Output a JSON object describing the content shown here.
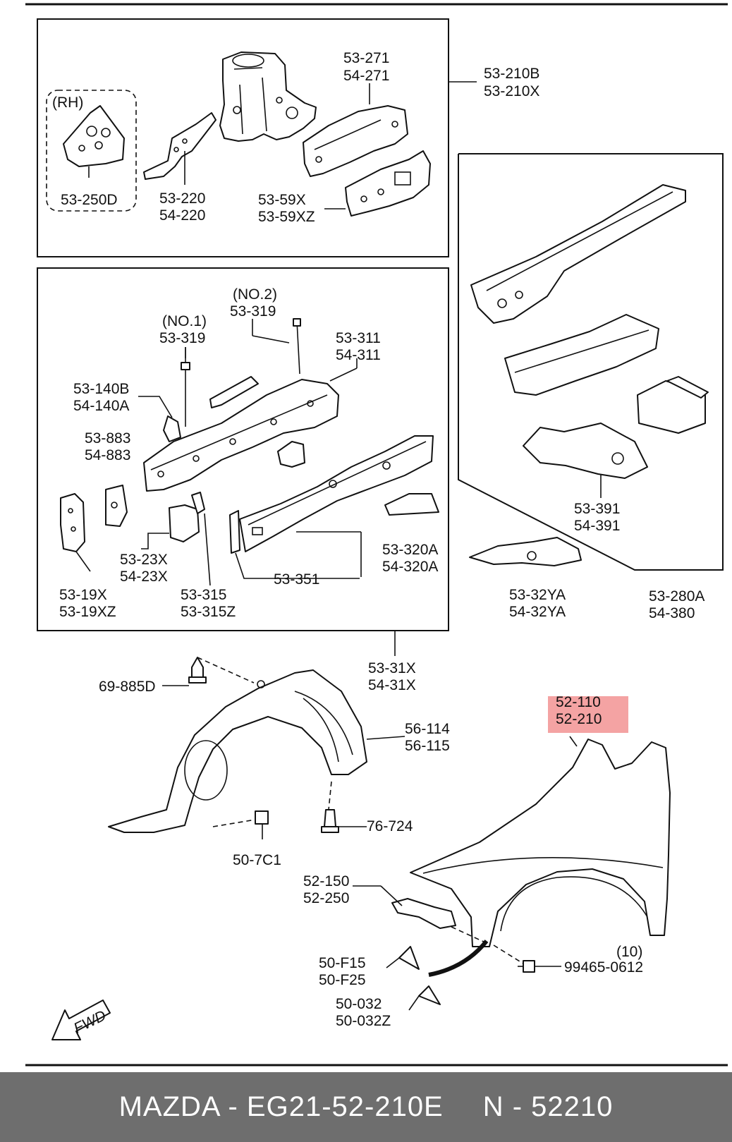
{
  "labels": {
    "l53_271": "53-271",
    "l54_271": "54-271",
    "l53_210b": "53-210B",
    "l53_210x": "53-210X",
    "rh": "(RH)",
    "l53_250d": "53-250D",
    "l53_220": "53-220",
    "l54_220": "54-220",
    "l53_59x": "53-59X",
    "l53_59xz": "53-59XZ",
    "no2": "(NO.2)",
    "l53_319b": "53-319",
    "no1": "(NO.1)",
    "l53_319a": "53-319",
    "l53_311": "53-311",
    "l54_311": "54-311",
    "l53_140b": "53-140B",
    "l54_140a": "54-140A",
    "l53_883": "53-883",
    "l54_883": "54-883",
    "l53_23x": "53-23X",
    "l54_23x": "54-23X",
    "l53_19x": "53-19X",
    "l53_19xz": "53-19XZ",
    "l53_315": "53-315",
    "l53_315z": "53-315Z",
    "l53_351": "53-351",
    "l53_320a": "53-320A",
    "l54_320a": "54-320A",
    "l53_391": "53-391",
    "l54_391": "54-391",
    "l53_32ya": "53-32YA",
    "l54_32ya": "54-32YA",
    "l53_280a": "53-280A",
    "l54_380": "54-380",
    "l53_31x": "53-31X",
    "l54_31x": "54-31X",
    "l69_885d": "69-885D",
    "l56_114": "56-114",
    "l56_115": "56-115",
    "l52_110": "52-110",
    "l52_210": "52-210",
    "l76_724": "76-724",
    "l50_7c1": "50-7C1",
    "l52_150": "52-150",
    "l52_250": "52-250",
    "qty10": "(10)",
    "l99465": "99465-0612",
    "l50_f15": "50-F15",
    "l50_f25": "50-F25",
    "l50_032": "50-032",
    "l50_032z": "50-032Z",
    "fwd": "FWD"
  },
  "footer": {
    "brand_part": "MAZDA - EG21-52-210E",
    "ref": "N - 52210"
  },
  "highlight_color": "#f4a3a3"
}
